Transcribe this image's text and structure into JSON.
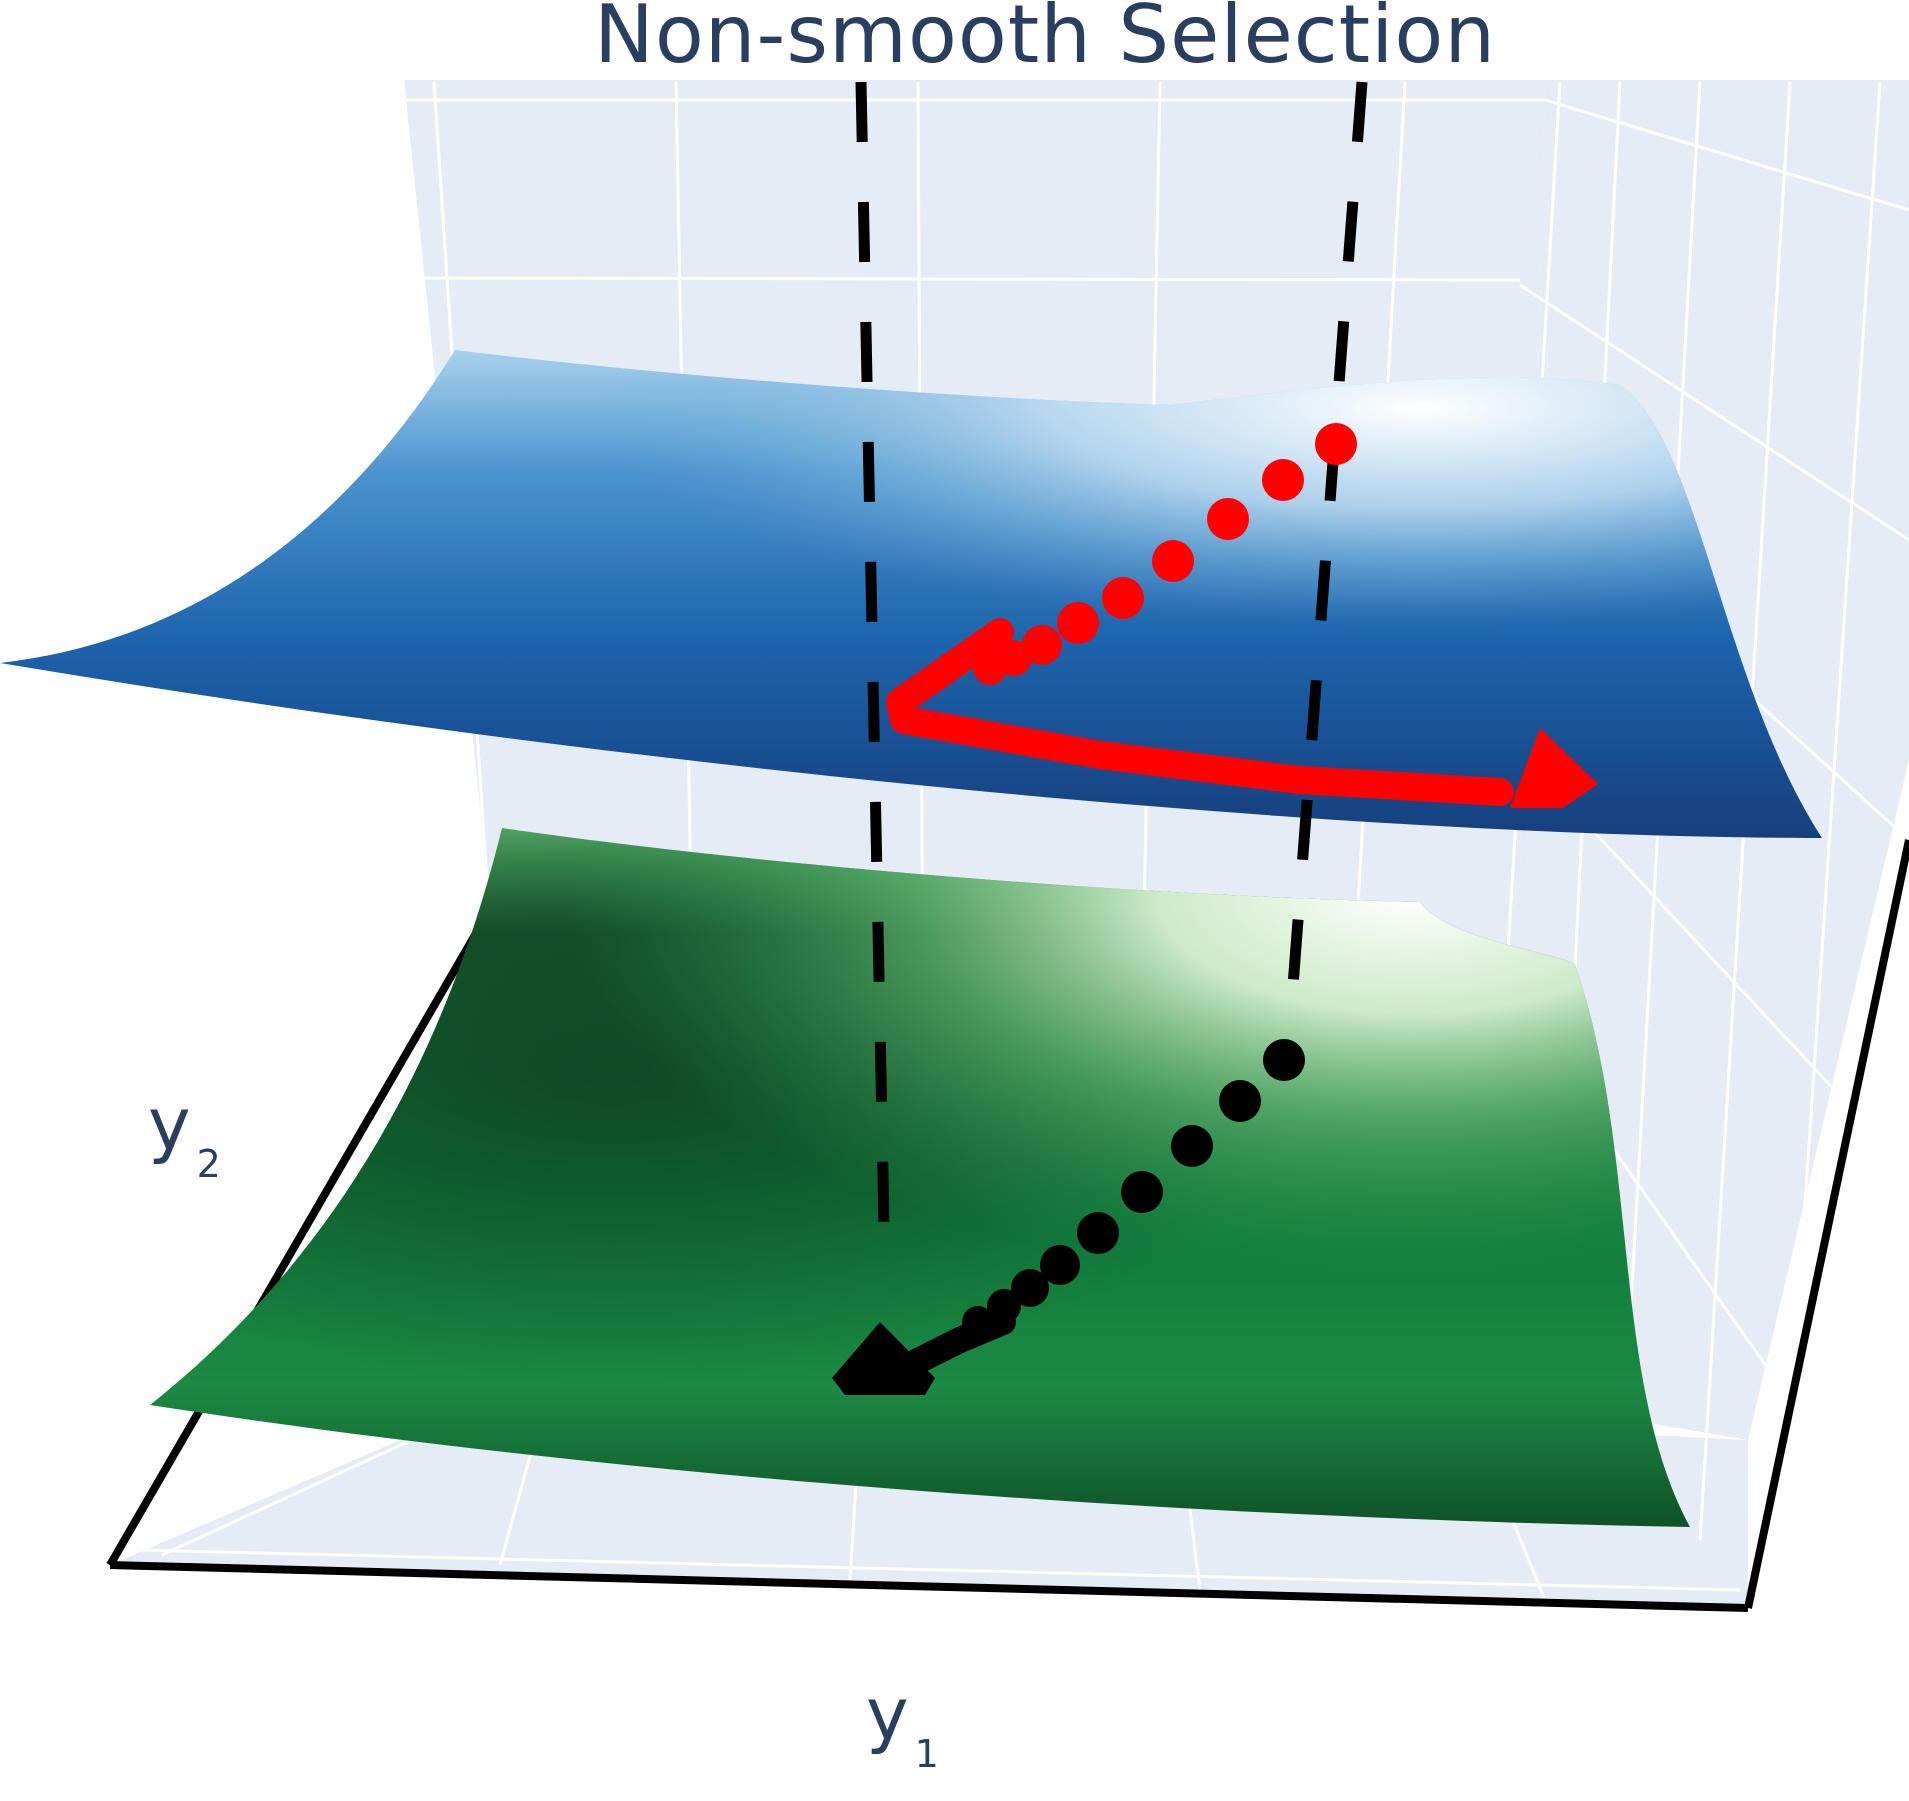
{
  "chart_data": {
    "type": "surface3d",
    "title": "Non-smooth Selection",
    "axes": {
      "x": {
        "label_main": "y",
        "label_sub": "1"
      },
      "y": {
        "label_main": "y",
        "label_sub": "2"
      },
      "z": {
        "label_main": "",
        "label_sub": ""
      }
    },
    "grid": true,
    "background": "#e5ecf6",
    "gridline_color": "#ffffff",
    "tick_labels_visible": false,
    "surfaces": [
      {
        "name": "",
        "colorscale": "Blues",
        "level": "upper",
        "colors": [
          "#ffffff",
          "#6aaed6",
          "#2171b5",
          "#08306b"
        ]
      },
      {
        "name": "",
        "colorscale": "Greens",
        "level": "lower",
        "colors": [
          "#f7fcf5",
          "#74c476",
          "#0b7a3a",
          "#0f4d24"
        ]
      }
    ],
    "dashed_vertical_lines": 2,
    "trajectories": [
      {
        "surface": "upper",
        "color": "#ff0000",
        "marker": "circle",
        "points": 9,
        "ends_with": "arrow"
      },
      {
        "surface": "lower",
        "color": "#000000",
        "marker": "circle",
        "points": 9,
        "ends_with": "arrow"
      }
    ]
  }
}
